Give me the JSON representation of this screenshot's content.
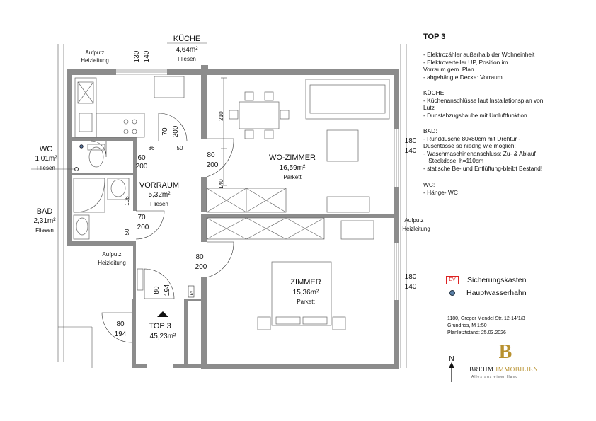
{
  "colors": {
    "wall": "#8c8c8c",
    "ev_red": "#dd2222",
    "valve_blue": "#5a7fa6",
    "brand_gold": "#b8912f"
  },
  "rooms": {
    "kueche": {
      "name": "KÜCHE",
      "area": "4,64m²",
      "floor": "Fliesen"
    },
    "wc": {
      "name": "WC",
      "area": "1,01m²",
      "floor": "Fliesen"
    },
    "bad": {
      "name": "BAD",
      "area": "2,31m²",
      "floor": "Fliesen"
    },
    "vorraum": {
      "name": "VORRAUM",
      "area": "5,32m²",
      "floor": "Fliesen"
    },
    "wozimmer": {
      "name": "WO-ZIMMER",
      "area": "16,59m²",
      "floor": "Parkett"
    },
    "zimmer": {
      "name": "ZIMMER",
      "area": "15,36m²",
      "floor": "Parkett"
    },
    "top": {
      "name": "TOP 3",
      "area": "45,23m²"
    }
  },
  "annotations": {
    "aufputz": "Aufputz",
    "heizleitung": "Heizleitung",
    "ev": "EV"
  },
  "dimensions": {
    "kitchen_window_w": "130",
    "kitchen_window_h": "140",
    "kitchen_door_w": "70",
    "kitchen_door_h": "200",
    "wc_door_w": "60",
    "wc_door_h": "200",
    "d86": "86",
    "d50_top": "50",
    "wz_door_w": "80",
    "wz_door_h": "200",
    "d210": "210",
    "d140": "140",
    "win_wz_w": "180",
    "win_wz_h": "140",
    "d106": "106",
    "d50_side": "50",
    "bad_door_w": "70",
    "bad_door_h": "200",
    "z_door_w": "80",
    "z_door_h": "200",
    "win_z_w": "180",
    "win_z_h": "140",
    "inner_door_w": "80",
    "inner_door_h": "194",
    "entry_door_w": "80",
    "entry_door_h": "194"
  },
  "notes": {
    "title": "TOP 3",
    "general": [
      "- Elektrozähler außerhalb der Wohneinheit",
      "- Elektroverteiler UP, Position im",
      "Vorraum gem. Plan",
      "- abgehängte Decke: Vorraum"
    ],
    "kueche_heading": "KÜCHE:",
    "kueche": [
      "- Küchenanschlüsse laut Installationsplan von",
      "Lutz",
      "- Dunstabzugshaube mit Umluftfunktion"
    ],
    "bad_heading": "BAD:",
    "bad": [
      "- Rundduschе 80x80cm mit Drehtür -",
      "Duschtasse so niedrig wie möglich!",
      "- Waschmaschinenanschluss: Zu- & Ablauf",
      "+ Steckdose  h=110cm",
      "- statische Be- und Entlüftung-bleibt Bestand!"
    ],
    "wc_heading": "WC:",
    "wc": [
      "- Hänge- WC"
    ]
  },
  "legend": {
    "ev_label": "Sicherungskasten",
    "valve_label": "Hauptwasserhahn"
  },
  "info": {
    "address": "1180, Gregor Mendel Str. 12-14/1/3",
    "scale": "Grundriss, M 1:50",
    "date": "Planletztstand: 25.03.2026"
  },
  "brand": {
    "monogram": "B",
    "name_part1": "BREHM ",
    "name_part2": "IMMOBILIEN",
    "slogan": "Alles aus einer Hand"
  },
  "north": "N"
}
